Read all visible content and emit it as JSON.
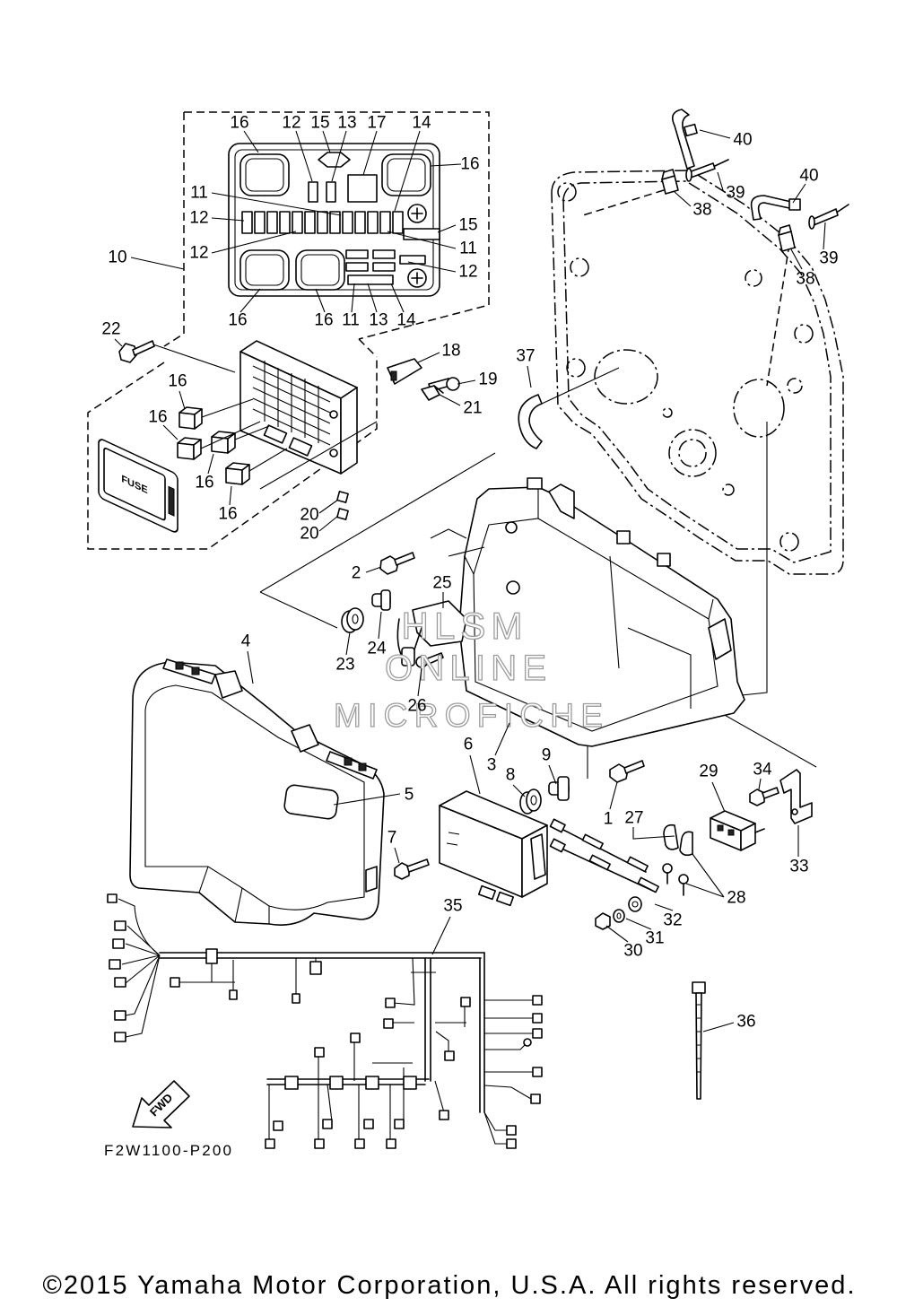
{
  "diagram": {
    "callouts": [
      "16",
      "12",
      "15",
      "13",
      "17",
      "14",
      "16",
      "11",
      "12",
      "15",
      "11",
      "12",
      "12",
      "10",
      "16",
      "16",
      "11",
      "13",
      "14",
      "22",
      "16",
      "16",
      "16",
      "16",
      "18",
      "19",
      "21",
      "20",
      "20",
      "40",
      "39",
      "38",
      "40",
      "39",
      "38",
      "37",
      "2",
      "25",
      "4",
      "23",
      "24",
      "26",
      "5",
      "6",
      "3",
      "8",
      "9",
      "7",
      "1",
      "29",
      "34",
      "27",
      "33",
      "28",
      "32",
      "31",
      "30",
      "35",
      "36"
    ],
    "fuse_label": "FUSE",
    "fwd_label": "FWD",
    "diagram_code": "F2W1100-P200",
    "watermark": {
      "line1": "HLSM",
      "line2": "ONLINE",
      "line3": "MICROFICHE"
    }
  },
  "footer": {
    "copyright": "©2015 Yamaha Motor Corporation, U.S.A. All rights reserved."
  },
  "colors": {
    "line": "#000000",
    "background": "#ffffff",
    "watermark": "#9c9c9c"
  }
}
